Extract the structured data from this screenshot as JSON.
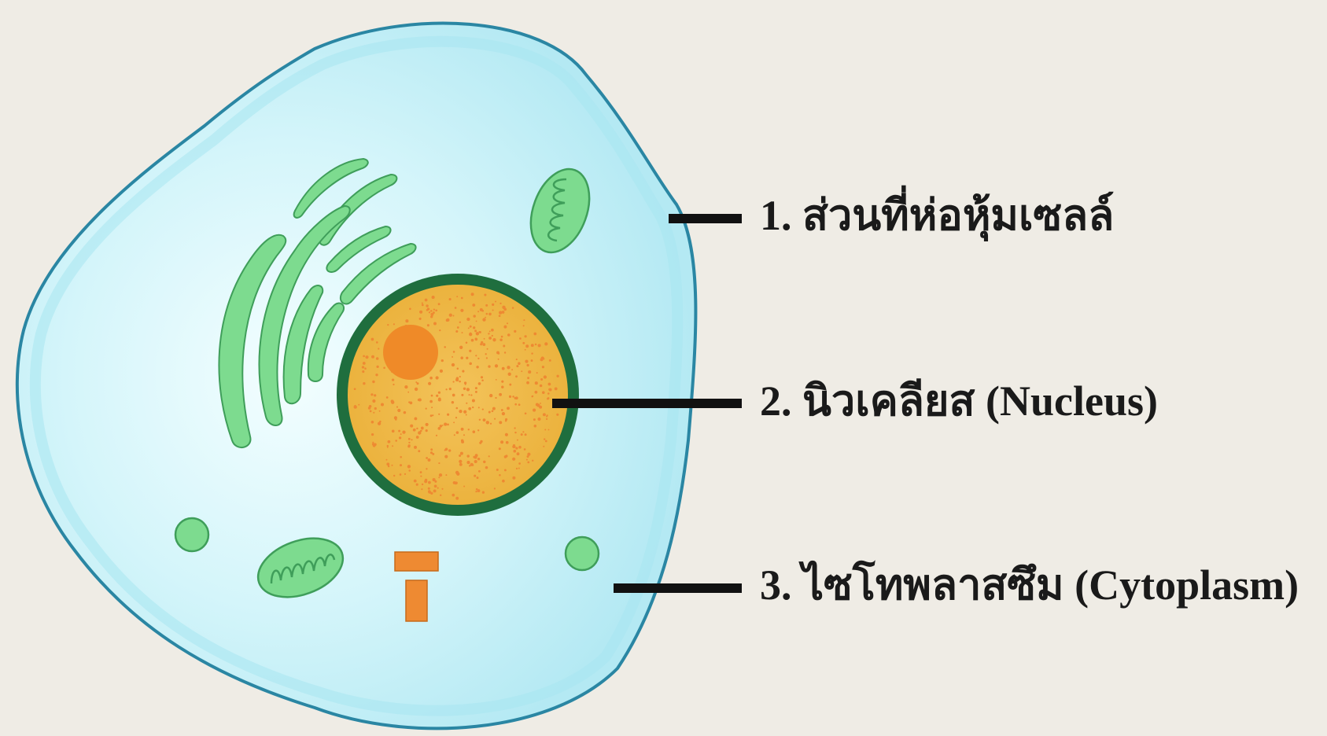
{
  "diagram": {
    "labels": [
      {
        "text": "1. ส่วนที่ห่อหุ้มเซลล์"
      },
      {
        "text": "2. นิวเคลียส (Nucleus)"
      },
      {
        "text": "3. ไซโทพลาสซึม (Cytoplasm)"
      }
    ]
  },
  "colors": {
    "background": "#efece5",
    "cytoplasm": "#bfeff6",
    "membrane": "#2a86a3",
    "organelle": "#7ddb8f",
    "nucleus_fill": "#f0bb45",
    "nuclear_envelope": "#1f6e3e",
    "nucleolus": "#ef8a28",
    "centriole": "#ee8a32",
    "leader_line": "#111111"
  }
}
